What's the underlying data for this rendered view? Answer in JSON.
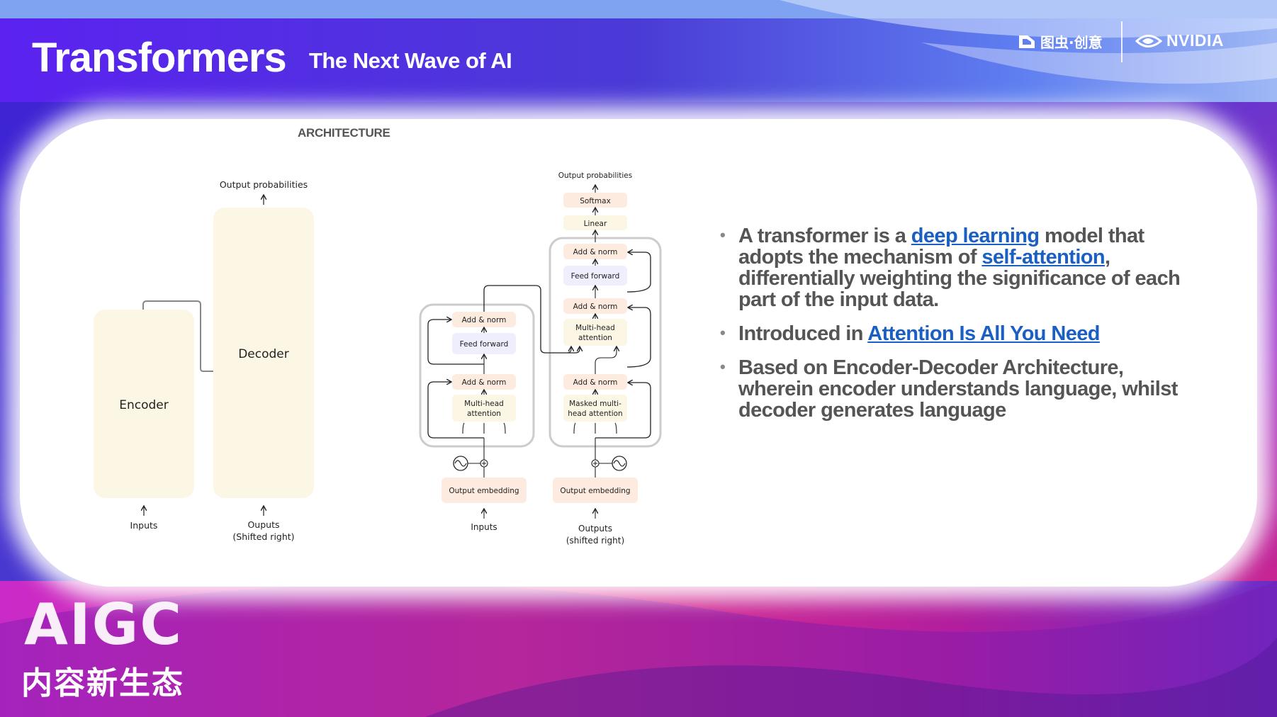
{
  "header": {
    "title": "Transformers",
    "subtitle": "The Next Wave of AI",
    "partner_logo_text": "图虫·创意",
    "brand_logo_text": "NVIDIA"
  },
  "section_label": "ARCHITECTURE",
  "simple_diagram": {
    "output_label": "Output probabilities",
    "encoder": "Encoder",
    "decoder": "Decoder",
    "inputs": "Inputs",
    "outputs_line1": "Ouputs",
    "outputs_line2": "(Shifted right)"
  },
  "detailed_diagram": {
    "output_label": "Output probabilities",
    "softmax": "Softmax",
    "linear": "Linear",
    "dec_add_norm_top": "Add & norm",
    "dec_feed_forward": "Feed forward",
    "dec_add_norm_mid": "Add & norm",
    "dec_mha_line1": "Multi-head",
    "dec_mha_line2": "attention",
    "dec_add_norm_bottom": "Add & norm",
    "dec_masked_line1": "Masked multi-",
    "dec_masked_line2": "head attention",
    "enc_add_norm_top": "Add & norm",
    "enc_feed_forward": "Feed forward",
    "enc_add_norm_bottom": "Add & norm",
    "enc_mha_line1": "Multi-head",
    "enc_mha_line2": "attention",
    "enc_embedding": "Output embedding",
    "dec_embedding": "Output embedding",
    "inputs": "Inputs",
    "outputs_line1": "Outputs",
    "outputs_line2": "(shifted right)"
  },
  "bullets": {
    "b1_pre": "A transformer is a ",
    "b1_link1": "deep learning",
    "b1_mid": " model that adopts the mechanism of ",
    "b1_link2": "self-attention",
    "b1_post": ", differentially weighting the significance of each part of the input data.",
    "b2_pre": "Introduced in ",
    "b2_link": "Attention Is All You Need",
    "b3": "Based on Encoder-Decoder Architecture, wherein encoder understands language, whilst decoder generates language"
  },
  "footer": {
    "aigc": "AIGC",
    "aigc_sub": "内容新生态"
  },
  "colors": {
    "header_purple": "#5a1fe0",
    "link_blue": "#1a5fc4",
    "block_cream": "#fcf6e4",
    "block_orange": "#fdebe0",
    "block_lavender": "#eeeefc"
  }
}
